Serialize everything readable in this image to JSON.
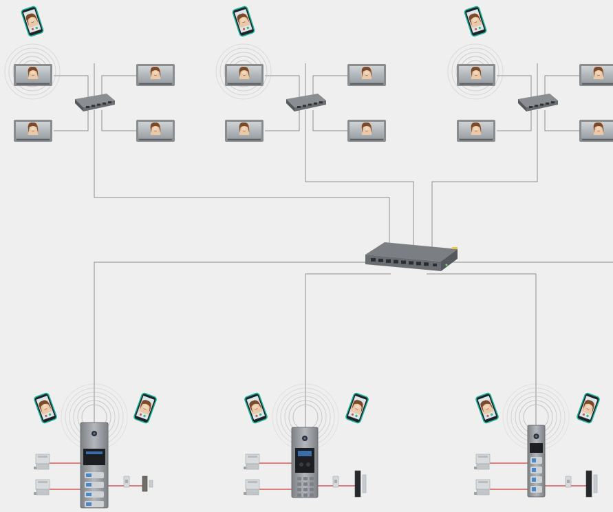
{
  "colors": {
    "background": "#efefef",
    "cable": "#8c8c8c",
    "relay_wire": "#d03a3a",
    "switch_body": "#6a6e72",
    "panel_metal": "#9a9ea3",
    "monitor_frame": "#8a8d90",
    "phone_accent": "#1fb59a",
    "wifi_ring": "#bdbdbd"
  },
  "icons": {
    "phone": "smartphone-icon",
    "monitor": "indoor-monitor-icon",
    "switch": "network-switch-icon",
    "door_panel": "door-station-icon",
    "wifi": "wifi-signal-icon",
    "power_supply": "power-supply-icon",
    "exit_button": "exit-button-icon",
    "lock": "door-lock-icon"
  },
  "topology": {
    "apartment_groups": 3,
    "monitors_per_group": 4,
    "phones_per_group": 1,
    "main_switch": 1,
    "door_stations": 3,
    "phones_per_door_station": 2
  }
}
